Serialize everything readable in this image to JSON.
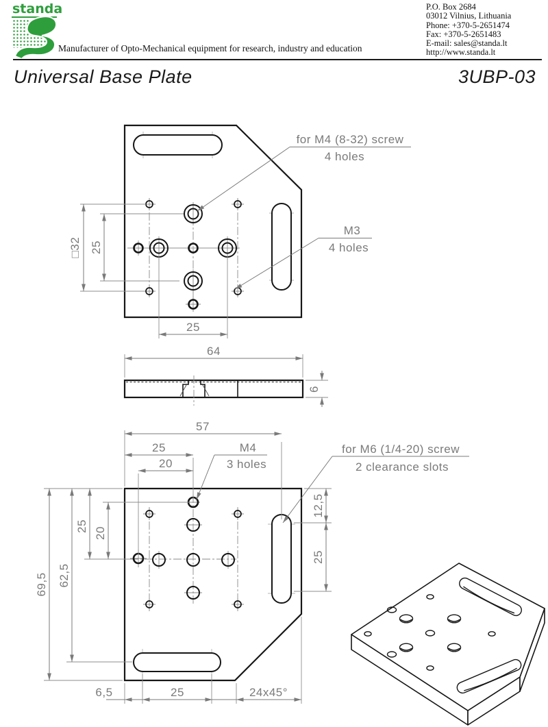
{
  "header": {
    "logo_wordmark": "standa",
    "tagline": "Manufacturer of Opto-Mechanical equipment for research, industry and education",
    "contact_lines": [
      "P.O. Box 2684",
      "03012 Vilnius, Lithuania",
      "Phone: +370-5-2651474",
      "Fax: +370-5-2651483",
      "E-mail: sales@standa.lt",
      "http://www.standa.lt"
    ]
  },
  "title_bar": {
    "product_name": "Universal Base Plate",
    "part_number": "3UBP-03"
  },
  "drawing": {
    "top_view": {
      "ann_m4_line1": "for M4 (8-32) screw",
      "ann_m4_line2": "4 holes",
      "ann_m3_line1": "M3",
      "ann_m3_line2": "4 holes",
      "dim_square32": "□32",
      "dim_v25": "25",
      "dim_h25": "25"
    },
    "side_view": {
      "dim_64": "64",
      "dim_6": "6"
    },
    "bottom_view": {
      "ann_m4_line1": "M4",
      "ann_m4_line2": "3 holes",
      "ann_m6_line1": "for M6 (1/4-20) screw",
      "ann_m6_line2": "2 clearance slots",
      "dim_57": "57",
      "dim_t25": "25",
      "dim_t20": "20",
      "dim_r12_5": "12,5",
      "dim_r25": "25",
      "dim_l69_5": "69,5",
      "dim_l62_5": "62,5",
      "dim_l25": "25",
      "dim_l20": "20",
      "dim_b6_5": "6,5",
      "dim_b25": "25",
      "dim_chamfer": "24x45°"
    },
    "colors": {
      "line": "#1a1a1a",
      "dim": "#7a7a7a",
      "logo_green": "#2e9e3c"
    }
  }
}
